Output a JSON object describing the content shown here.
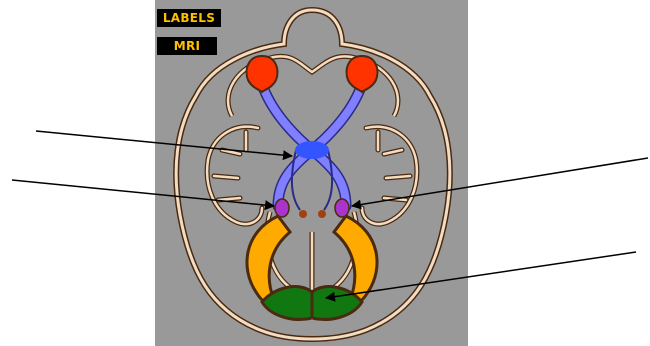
{
  "toolbar": {
    "labels_button": "LABELS",
    "mri_button": "MRI"
  },
  "colors": {
    "background": "#999999",
    "brain_fill": "#999999",
    "brain_outline": "#f2ddc4",
    "eyes": "#ff3300",
    "optic_nerves": "#7f7fff",
    "chiasm": "#3355ff",
    "lateral_geniculate": "#aa33cc",
    "optic_radiations": "#ffaa00",
    "visual_cortex": "#117711",
    "pointer_arrows": "#000000"
  },
  "pointers": {
    "count": 4
  }
}
